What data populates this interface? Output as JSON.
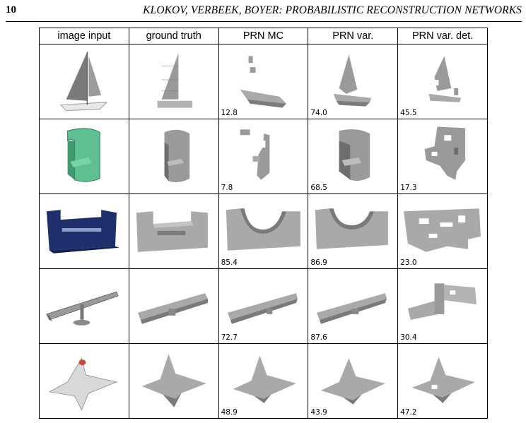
{
  "page": {
    "number": "10",
    "running_title": "KLOKOV, VERBEEK, BOYER: PROBABILISTIC RECONSTRUCTION NETWORKS"
  },
  "table": {
    "columns": [
      "image input",
      "ground truth",
      "PRN MC",
      "PRN var.",
      "PRN var. det."
    ],
    "rows": [
      {
        "object": "sailboat-icon",
        "scores": [
          "12.8",
          "74.0",
          "45.5"
        ]
      },
      {
        "object": "chair-icon",
        "scores": [
          "7.8",
          "68.5",
          "17.3"
        ]
      },
      {
        "object": "bench-icon",
        "scores": [
          "85.4",
          "86.9",
          "23.0"
        ]
      },
      {
        "object": "lamp-icon",
        "scores": [
          "72.7",
          "87.6",
          "30.4"
        ]
      },
      {
        "object": "jet-icon",
        "scores": [
          "48.9",
          "43.9",
          "47.2"
        ]
      }
    ]
  },
  "colors": {
    "voxel": "#a9a9a9",
    "voxel_dark": "#6e6e6e",
    "chair_green": "#5fbf93",
    "bench_navy": "#1f2f6b",
    "render_gray": "#8a8a8a"
  }
}
